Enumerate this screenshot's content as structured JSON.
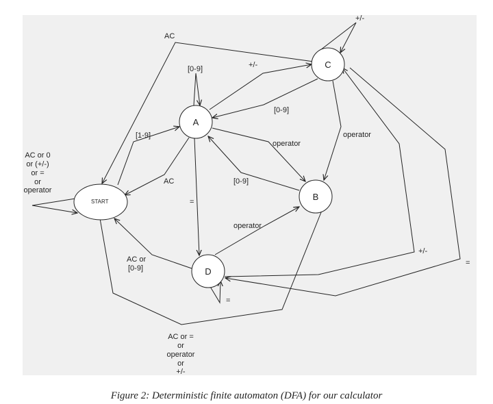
{
  "diagram": {
    "background": "#f0f0f0",
    "stroke": "#222222",
    "states": {
      "start": "START",
      "a": "A",
      "b": "B",
      "c": "C",
      "d": "D"
    },
    "labels": {
      "ac_top": "AC",
      "c_self": "+/-",
      "a_self": "[0-9]",
      "a_to_c": "+/-",
      "c_to_a": "[0-9]",
      "start_to_a": "[1-9]",
      "c_to_b": "operator",
      "a_to_b": "operator",
      "b_to_a": "[0-9]",
      "a_to_start": "AC",
      "a_to_d": "=",
      "d_to_b": "operator",
      "d_to_start_1": "AC or",
      "d_to_start_2": "[0-9]",
      "d_self": "=",
      "d_to_c": "+/-",
      "c_to_d": "=",
      "start_self": [
        "AC or 0",
        "or (+/-)",
        "or =",
        "or",
        "operator"
      ],
      "b_to_start": [
        "AC or =",
        "or",
        "operator",
        "or",
        "+/-"
      ]
    }
  },
  "caption": "Figure 2: Deterministic finite automaton (DFA) for our calculator"
}
